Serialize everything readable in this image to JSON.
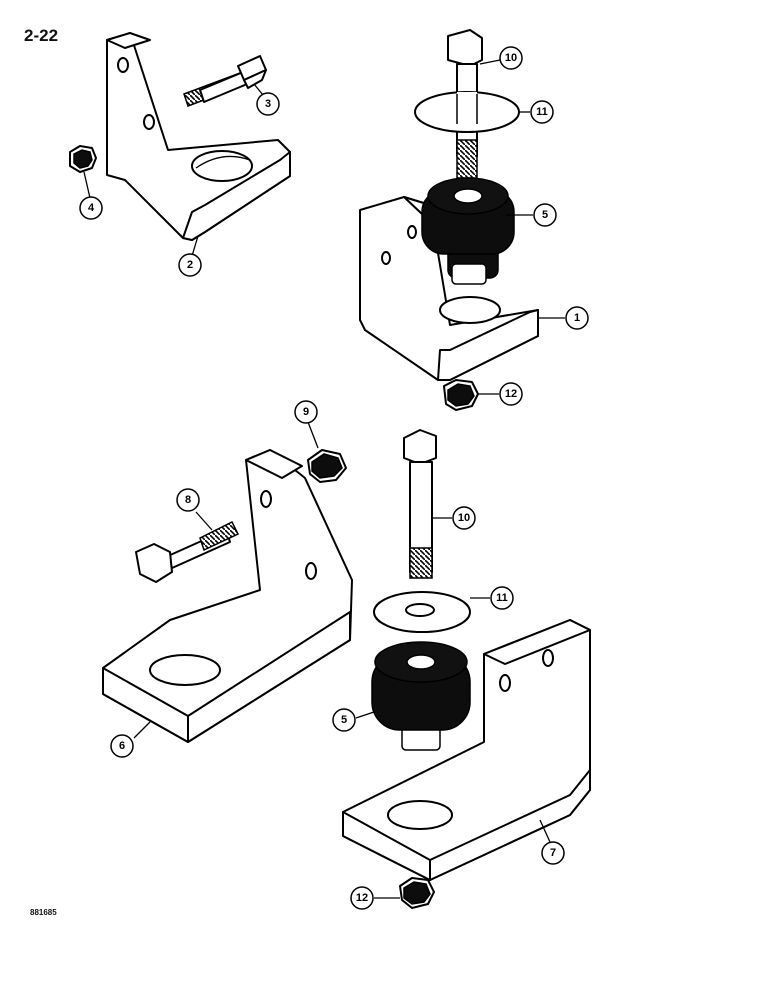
{
  "page": {
    "title": "2-22",
    "figure_code": "881685"
  },
  "callouts": [
    {
      "id": "c1",
      "label": "1"
    },
    {
      "id": "c2",
      "label": "2"
    },
    {
      "id": "c3",
      "label": "3"
    },
    {
      "id": "c4",
      "label": "4"
    },
    {
      "id": "c5a",
      "label": "5"
    },
    {
      "id": "c5b",
      "label": "5"
    },
    {
      "id": "c6",
      "label": "6"
    },
    {
      "id": "c7",
      "label": "7"
    },
    {
      "id": "c8",
      "label": "8"
    },
    {
      "id": "c9",
      "label": "9"
    },
    {
      "id": "c10a",
      "label": "10"
    },
    {
      "id": "c10b",
      "label": "10"
    },
    {
      "id": "c11a",
      "label": "11"
    },
    {
      "id": "c11b",
      "label": "11"
    },
    {
      "id": "c12a",
      "label": "12"
    },
    {
      "id": "c12b",
      "label": "12"
    }
  ]
}
